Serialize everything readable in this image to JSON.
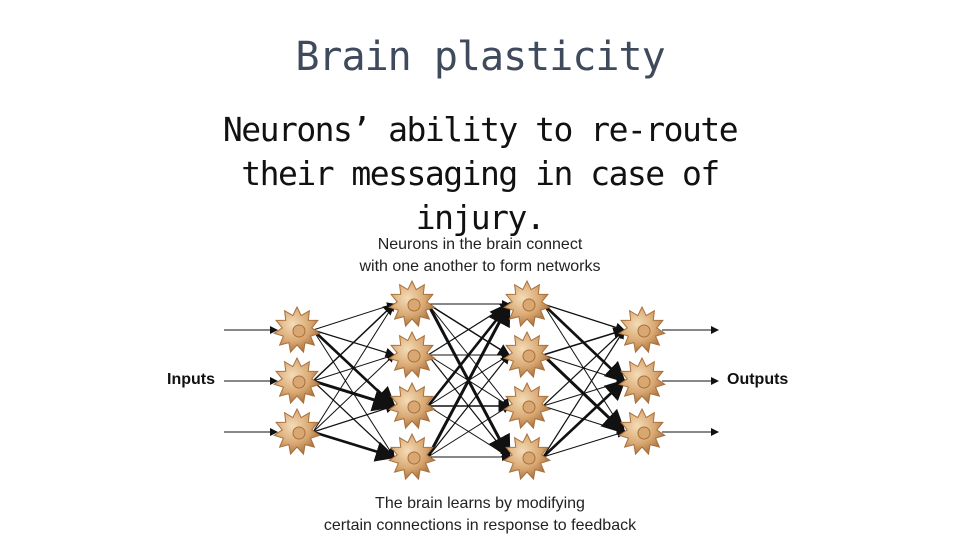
{
  "slide": {
    "title": "Brain plasticity",
    "subtitle_lines": [
      "Neurons’ ability to re-route",
      "their messaging in case of",
      "injury."
    ]
  },
  "figure": {
    "caption_top": [
      "Neurons in the brain connect",
      "with one another to form networks"
    ],
    "caption_bottom": [
      "The brain learns by modifying",
      "certain connections in response to feedback"
    ],
    "inputs_label": "Inputs",
    "outputs_label": "Outputs",
    "layers": [
      3,
      4,
      4,
      3
    ],
    "neuron_color": "#d9a872",
    "neuron_edge_color": "#a8703c",
    "connection_color": "#111111"
  }
}
